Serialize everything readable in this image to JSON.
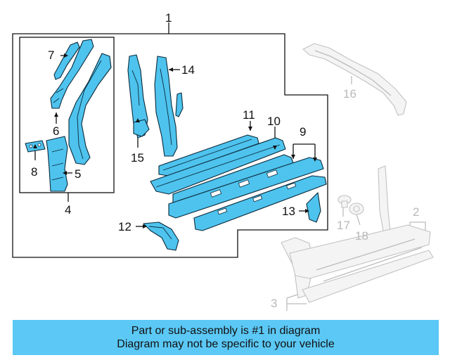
{
  "callouts": {
    "c1": "1",
    "c2": "2",
    "c3": "3",
    "c4": "4",
    "c5": "5",
    "c6": "6",
    "c7": "7",
    "c8": "8",
    "c9": "9",
    "c10": "10",
    "c11": "11",
    "c12": "12",
    "c13": "13",
    "c14": "14",
    "c15": "15",
    "c16": "16",
    "c17": "17",
    "c18": "18"
  },
  "colors": {
    "highlight": "#4ec3ee",
    "banner": "#5bc8f5",
    "ghost": "#bcbcbc"
  },
  "footer": {
    "line1": "Part or sub-assembly is #1 in diagram",
    "line2": "Diagram may not be specific to your vehicle"
  }
}
